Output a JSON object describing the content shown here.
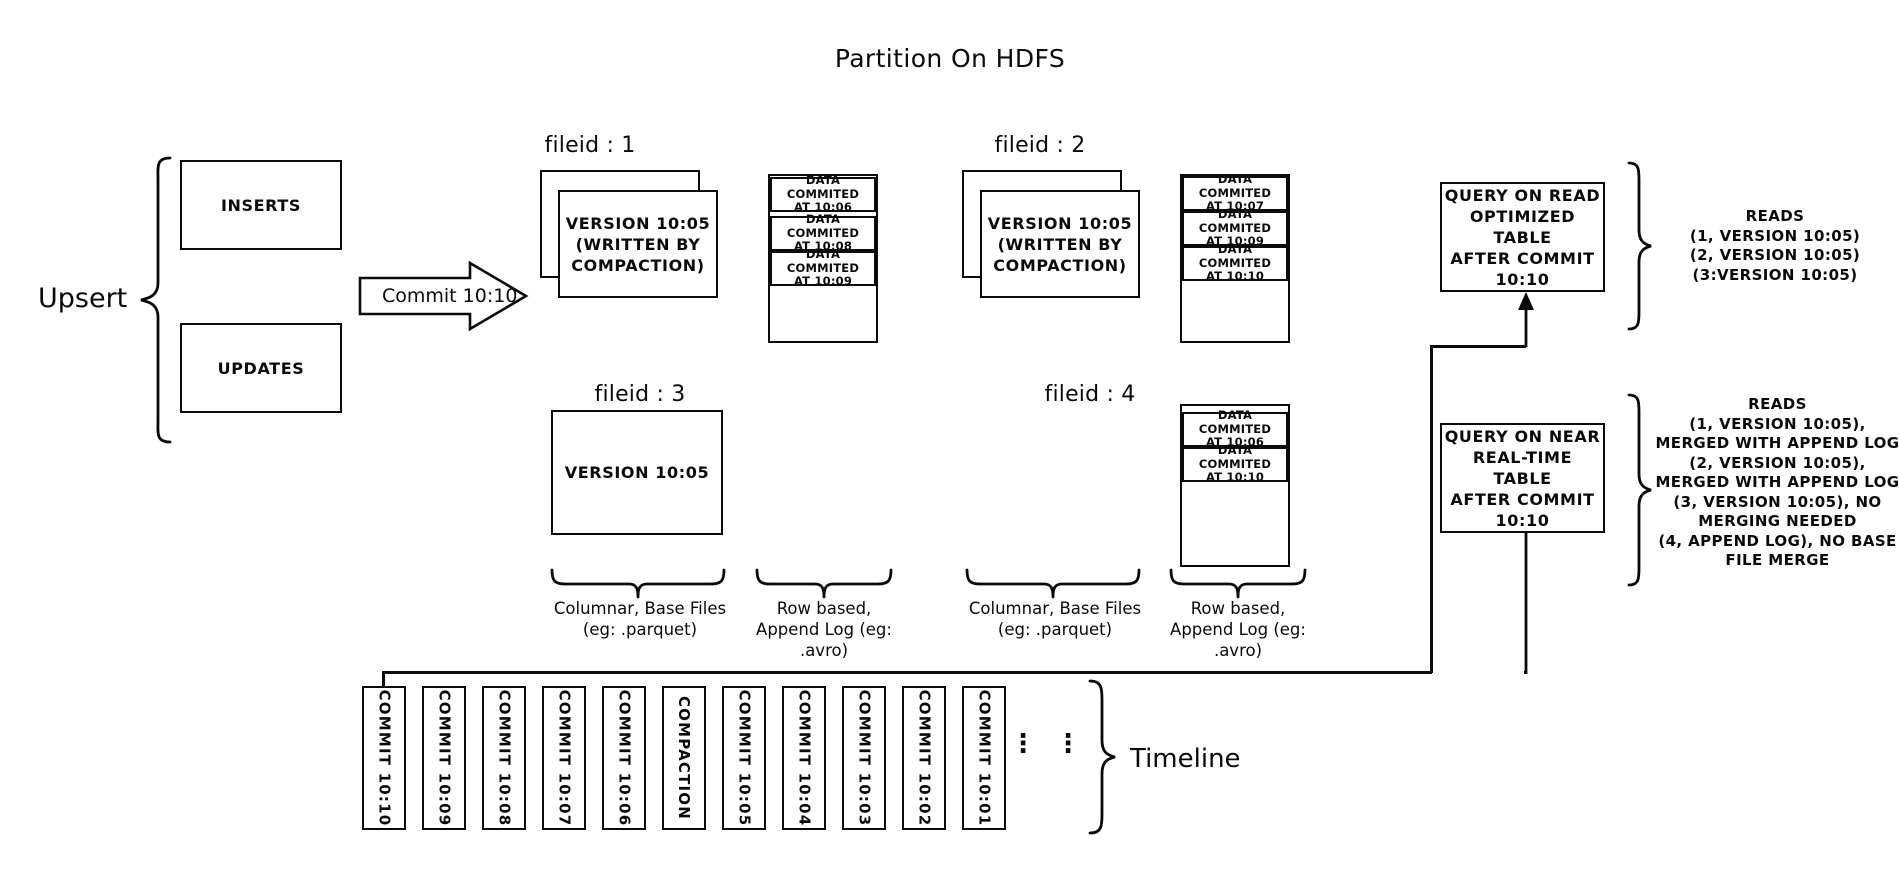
{
  "title": "Partition On HDFS",
  "left": {
    "upsert_label": "Upsert",
    "inserts_label": "INSERTS",
    "updates_label": "UPDATES",
    "commit_arrow_label": "Commit 10:10"
  },
  "file_groups": [
    {
      "id": "fileid1",
      "header": "fileid : 1",
      "base_file": {
        "lines": [
          "VERSION 10:05",
          "(WRITTEN BY",
          "COMPACTION)"
        ],
        "stacked": true
      },
      "log_entries": [
        [
          "DATA COMMITED",
          "AT 10:06"
        ],
        [
          "DATA COMMITED",
          "AT 10:08"
        ],
        [
          "DATA COMMITED",
          "AT 10:09"
        ]
      ]
    },
    {
      "id": "fileid2",
      "header": "fileid : 2",
      "base_file": {
        "lines": [
          "VERSION 10:05",
          "(WRITTEN BY",
          "COMPACTION)"
        ],
        "stacked": true
      },
      "log_entries": [
        [
          "DATA COMMITED",
          "AT 10:07"
        ],
        [
          "DATA COMMITED",
          "AT 10:09"
        ],
        [
          "DATA COMMITED",
          "AT 10:10"
        ]
      ]
    },
    {
      "id": "fileid3",
      "header": "fileid : 3",
      "base_file": {
        "lines": [
          "VERSION 10:05"
        ],
        "stacked": false
      },
      "log_entries": []
    },
    {
      "id": "fileid4",
      "header": "fileid : 4",
      "base_file": null,
      "log_entries": [
        [
          "DATA COMMITED",
          "AT 10:06"
        ],
        [
          "DATA COMMITED",
          "AT 10:10"
        ]
      ]
    }
  ],
  "captions": {
    "columnar_left": [
      "Columnar, Base Files",
      "(eg: .parquet)"
    ],
    "rowbased_left": [
      "Row based,",
      "Append Log  (eg:",
      ".avro)"
    ],
    "columnar_right": [
      "Columnar, Base Files",
      "(eg: .parquet)"
    ],
    "rowbased_right": [
      "Row based,",
      "Append Log  (eg:",
      ".avro)"
    ]
  },
  "queries": [
    {
      "id": "read-optimized",
      "lines": [
        "QUERY ON READ",
        "OPTIMIZED TABLE",
        "AFTER COMMIT",
        "10:10"
      ],
      "reads": [
        "READS",
        "(1, VERSION 10:05)",
        "(2, VERSION 10:05)",
        "(3:VERSION 10:05)"
      ]
    },
    {
      "id": "near-real-time",
      "lines": [
        "QUERY ON NEAR",
        "REAL-TIME TABLE",
        "AFTER COMMIT",
        "10:10"
      ],
      "reads": [
        "READS",
        "(1, VERSION 10:05),",
        "MERGED WITH APPEND LOG",
        "(2, VERSION 10:05),",
        "MERGED WITH APPEND LOG",
        "(3, VERSION 10:05), NO",
        "MERGING NEEDED",
        "(4, APPEND LOG), NO BASE",
        "FILE MERGE"
      ]
    }
  ],
  "timeline": {
    "label": "Timeline",
    "ellipsis": [
      "⋮",
      "⋮"
    ],
    "items": [
      "COMMIT  10:10",
      "COMMIT  10:09",
      "COMMIT  10:08",
      "COMMIT  10:07",
      "COMMIT  10:06",
      "COMPACTION",
      "COMMIT  10:05",
      "COMMIT  10:04",
      "COMMIT  10:03",
      "COMMIT  10:02",
      "COMMIT  10:01"
    ]
  },
  "colors": {
    "stroke": "#0a0a0a",
    "background": "#ffffff"
  }
}
